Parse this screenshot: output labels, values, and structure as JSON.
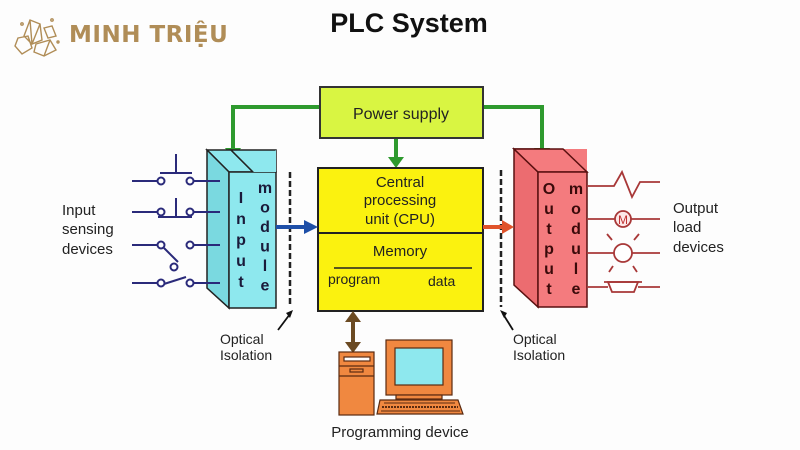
{
  "brand": {
    "name": "MINH TRIỆU",
    "logo_icon": "crystal-icon",
    "color": "#b08d57"
  },
  "title": "PLC System",
  "power_supply": {
    "label": "Power supply",
    "fill": "#d9f542"
  },
  "cpu": {
    "label_lines": [
      "Central",
      "processing",
      "unit (CPU)"
    ],
    "memory_label": "Memory",
    "memory_parts": [
      "program",
      "data"
    ],
    "fill": "#fbf20f"
  },
  "input_module": {
    "word1": [
      "I",
      "n",
      "p",
      "u",
      "t"
    ],
    "word2": [
      "m",
      "o",
      "d",
      "u",
      "l",
      "e"
    ],
    "fill": "#8ee8ee"
  },
  "output_module": {
    "word1": [
      "O",
      "u",
      "t",
      "p",
      "u",
      "t"
    ],
    "word2": [
      "m",
      "o",
      "d",
      "u",
      "l",
      "e"
    ],
    "fill": "#f47b7e"
  },
  "input_devices": {
    "label_lines": [
      "Input",
      "sensing",
      "devices"
    ],
    "symbols": [
      "pushbutton-normally-open",
      "pushbutton-normally-open",
      "switch-normally-open",
      "switch-normally-closed"
    ]
  },
  "output_devices": {
    "label_lines": [
      "Output",
      "load",
      "devices"
    ],
    "symbols": [
      "heater-icon",
      "motor-icon",
      "lamp-icon",
      "horn-icon"
    ],
    "motor_label": "M"
  },
  "optical_isolation_left": {
    "label_lines": [
      "Optical",
      "Isolation"
    ]
  },
  "optical_isolation_right": {
    "label_lines": [
      "Optical",
      "Isolation"
    ]
  },
  "programming_device": {
    "label": "Programming device"
  },
  "colors": {
    "power_lines": "#2e9a2e",
    "input_arrow": "#1e4fa8",
    "output_arrow": "#e0532a",
    "prog_arrow": "#6b4a22",
    "computer": "#f08840",
    "screen": "#8ee8ee"
  }
}
